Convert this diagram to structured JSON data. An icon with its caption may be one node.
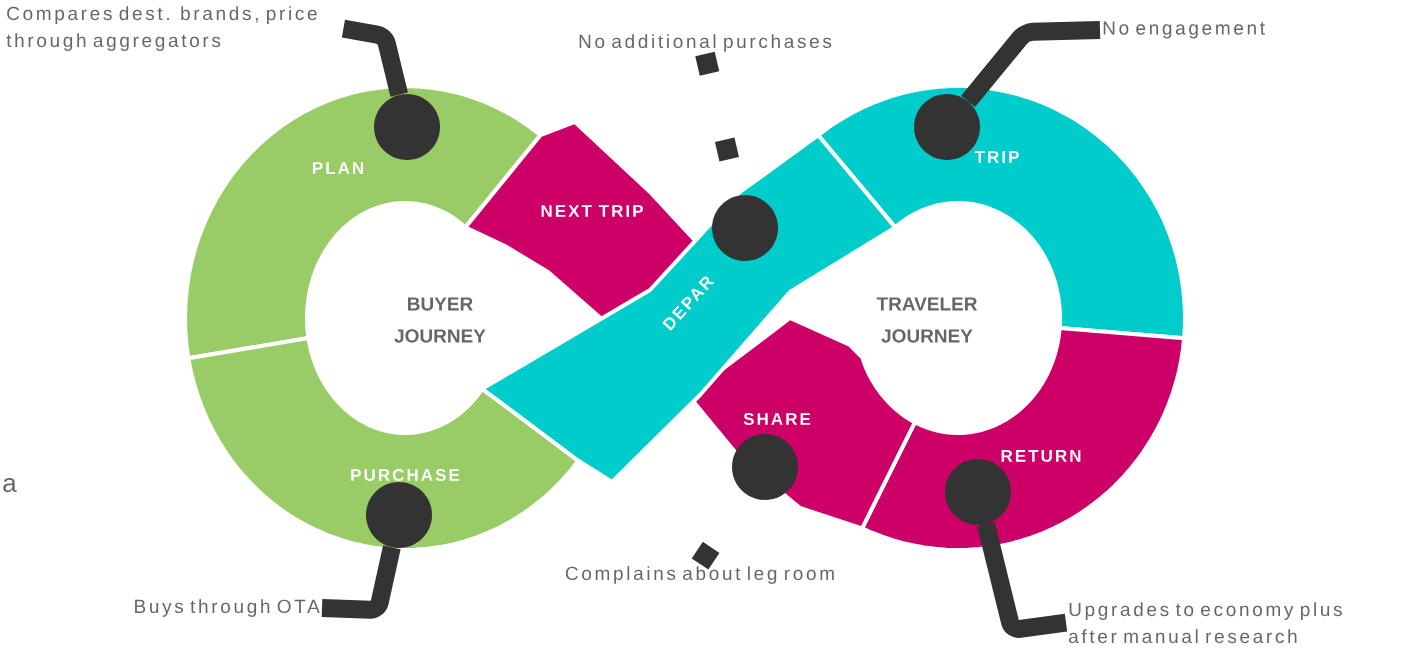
{
  "diagram": {
    "nodes": [
      {
        "text": [
          "PLAN"
        ]
      },
      {
        "text": [
          "NEXT TRIP"
        ]
      },
      {
        "text": [
          "DEPAR"
        ]
      },
      {
        "text": [
          "TRIP"
        ]
      },
      {
        "text": [
          "RETURN"
        ]
      },
      {
        "text": [
          "SHARE"
        ]
      },
      {
        "text": [
          "PURCHASE"
        ]
      },
      {
        "text": [
          "Compares dest. brands, price through aggregators"
        ]
      },
      {
        "text": [],
        "shape": "circle",
        "in": 0
      },
      {
        "text": [
          "No additional purchases"
        ]
      },
      {
        "text": [],
        "shape": "circle",
        "in": 2
      },
      {
        "text": [
          "No engagement"
        ]
      },
      {
        "text": [],
        "shape": "circle",
        "in": 3
      },
      {
        "text": [
          "Buys through OTA"
        ]
      },
      {
        "text": [],
        "shape": "circle",
        "in": 6
      },
      {
        "text": [
          "Complains about leg room"
        ]
      },
      {
        "text": [],
        "shape": "circle",
        "in": 5
      },
      {
        "text": [
          "Upgrades to economy plus after manual research"
        ]
      },
      {
        "text": [],
        "shape": "circle",
        "in": 4
      }
    ],
    "edges": [
      {
        "from": 7,
        "to": 8,
        "arrow": "none"
      },
      {
        "from": 9,
        "to": 10,
        "arrow": "none",
        "style": "dashed"
      },
      {
        "from": 11,
        "to": 12,
        "arrow": "none"
      },
      {
        "from": 13,
        "to": 14,
        "arrow": "none"
      },
      {
        "from": 15,
        "to": 16,
        "arrow": "none",
        "style": "dashed"
      },
      {
        "from": 17,
        "to": 18,
        "arrow": "none"
      }
    ],
    "labels": [
      "BUYER JOURNEY",
      "TRAVELER JOURNEY",
      "a"
    ]
  }
}
